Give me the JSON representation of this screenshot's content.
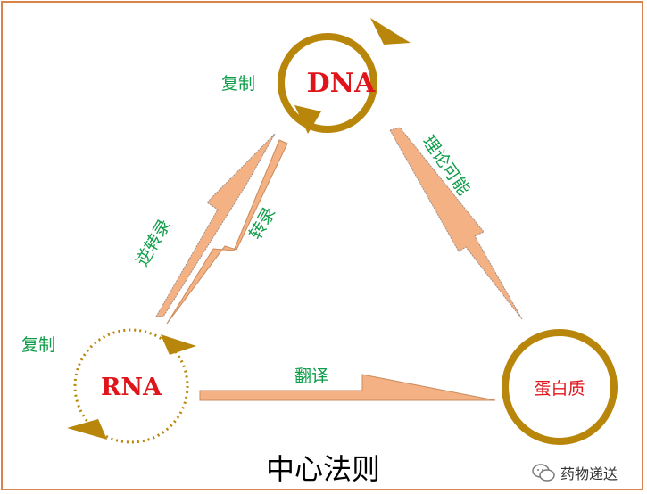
{
  "colors": {
    "ring": "#b8860b",
    "node_text": "#e0151b",
    "edge_label": "#0f9d4a",
    "arrow_fill": "#f4b183",
    "arrow_stroke": "#c98a5a",
    "title": "#000000",
    "border": "#d9844a"
  },
  "nodes": {
    "dna": {
      "label": "DNA"
    },
    "rna": {
      "label": "RNA"
    },
    "protein": {
      "label": "蛋白质"
    }
  },
  "edges": {
    "dna_replication": "复制",
    "rna_replication": "复制",
    "reverse_transcription": "逆转录",
    "transcription": "转录",
    "translation": "翻译",
    "theoretical": "理论可能"
  },
  "title": "中心法则",
  "watermark": {
    "icon": "wechat-icon",
    "text": "药物递送"
  }
}
